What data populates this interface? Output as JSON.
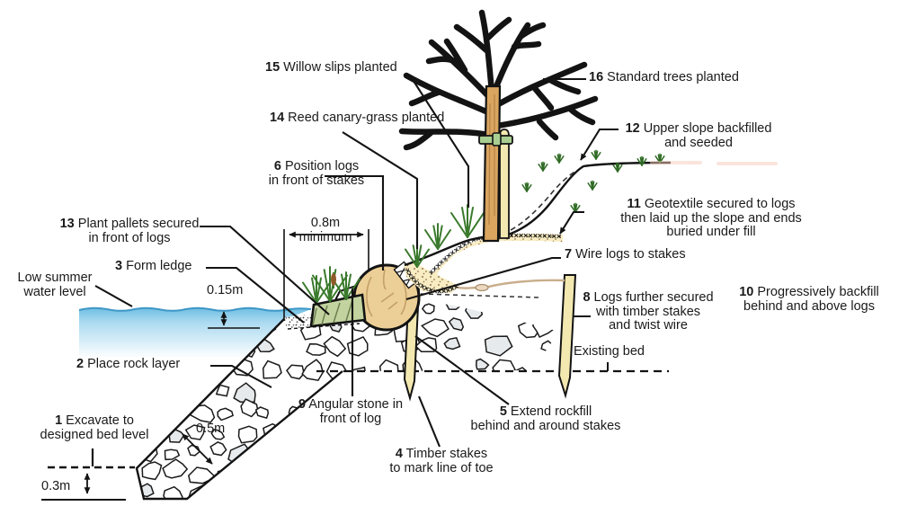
{
  "labels": {
    "n1": {
      "num": "1",
      "line1": "Excavate to",
      "line2": "designed bed level"
    },
    "n2": {
      "num": "2",
      "line1": "Place rock layer"
    },
    "n3": {
      "num": "3",
      "line1": "Form ledge"
    },
    "n4": {
      "num": "4",
      "line1": "Timber stakes",
      "line2": "to mark line of toe"
    },
    "n5": {
      "num": "5",
      "line1": "Extend rockfill",
      "line2": "behind and around stakes"
    },
    "n6": {
      "num": "6",
      "line1": "Position logs",
      "line2": "in front of stakes"
    },
    "n7": {
      "num": "7",
      "line1": "Wire logs to stakes"
    },
    "n8": {
      "num": "8",
      "line1": "Logs further secured",
      "line2": "with timber stakes",
      "line3": "and twist wire"
    },
    "n9": {
      "num": "9",
      "line1": "Angular stone in",
      "line2": "front of log"
    },
    "n10": {
      "num": "10",
      "line1": "Progressively backfill",
      "line2": "behind and above logs"
    },
    "n11": {
      "num": "11",
      "line1": "Geotextile secured to logs",
      "line2": "then laid up the slope and ends",
      "line3": "buried under fill"
    },
    "n12": {
      "num": "12",
      "line1": "Upper slope backfilled",
      "line2": "and seeded"
    },
    "n13": {
      "num": "13",
      "line1": "Plant pallets secured",
      "line2": "in front of logs"
    },
    "n14": {
      "num": "14",
      "line1": "Reed canary-grass planted"
    },
    "n15": {
      "num": "15",
      "line1": "Willow slips planted"
    },
    "n16": {
      "num": "16",
      "line1": "Standard trees planted"
    }
  },
  "annotations": {
    "low_water_line1": "Low summer",
    "low_water_line2": "water level",
    "existing_bed": "Existing bed"
  },
  "dimensions": {
    "ledge_depth": "0.15m",
    "berm_width": "0.8m",
    "berm_width_note": "minimum",
    "rock_thickness": "0.5m",
    "excavation_depth": "0.3m"
  },
  "colors": {
    "water_top": "#7FC4E4",
    "sand_fill": "#F8ECC3",
    "timber": "#F2E8B0",
    "log": "#ECCF96",
    "plant_pallet": "#C3D3A0",
    "tree": "#D9A55F",
    "tree_tie": "#A9CE91",
    "grass": "#3A7A2C",
    "line": "#131313"
  }
}
